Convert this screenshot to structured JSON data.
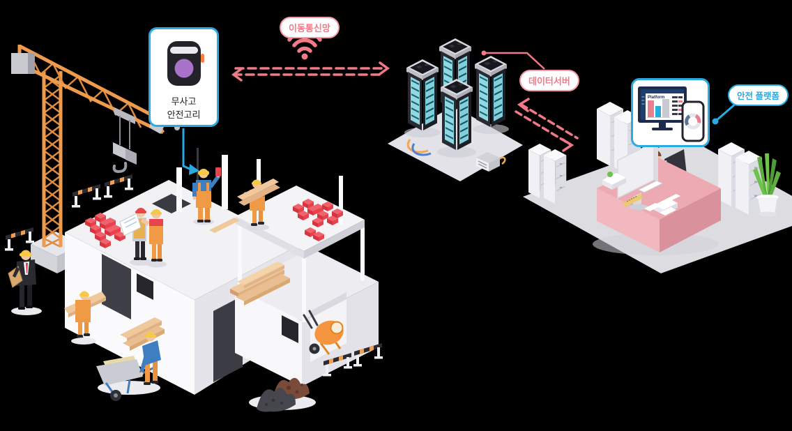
{
  "device_card": {
    "label_line1": "무사고",
    "label_line2": "안전고리"
  },
  "network_label": {
    "text": "이동통신망"
  },
  "server_label": {
    "text": "데이터서버"
  },
  "platform_label": {
    "text": "안전 플랫폼"
  },
  "platform_screen": {
    "title": "Platform"
  },
  "colors": {
    "pink_accent": "#F27987",
    "pink_border": "#F59AA4",
    "blue_accent": "#29ABE2",
    "crane_orange": "#EF9B4E",
    "worker_orange": "#F09A45",
    "helmet_yellow": "#F7C948",
    "brick_red": "#E8414E",
    "device_purple": "#A873C8",
    "server_teal": "#85D8E4",
    "desk_pink": "#EDAAB3",
    "floor_gray": "#DCDCE1"
  },
  "scene": {
    "construction_site": [
      "tower-crane",
      "building-under-construction",
      "workers",
      "brick-stacks",
      "lumber-stacks",
      "wheelbarrow",
      "cement-mixer",
      "safety-barriers",
      "dirt-piles"
    ],
    "network": [
      "wifi-icon",
      "device-to-server-dashed-link"
    ],
    "data_center": [
      "server-racks",
      "server-platform",
      "mini-server-box",
      "cables",
      "server-to-platform-dashed-link"
    ],
    "office": [
      "office-floor",
      "filing-cabinets",
      "office-desk",
      "office-worker",
      "desk-monitor",
      "office-chair",
      "potted-plant"
    ]
  }
}
